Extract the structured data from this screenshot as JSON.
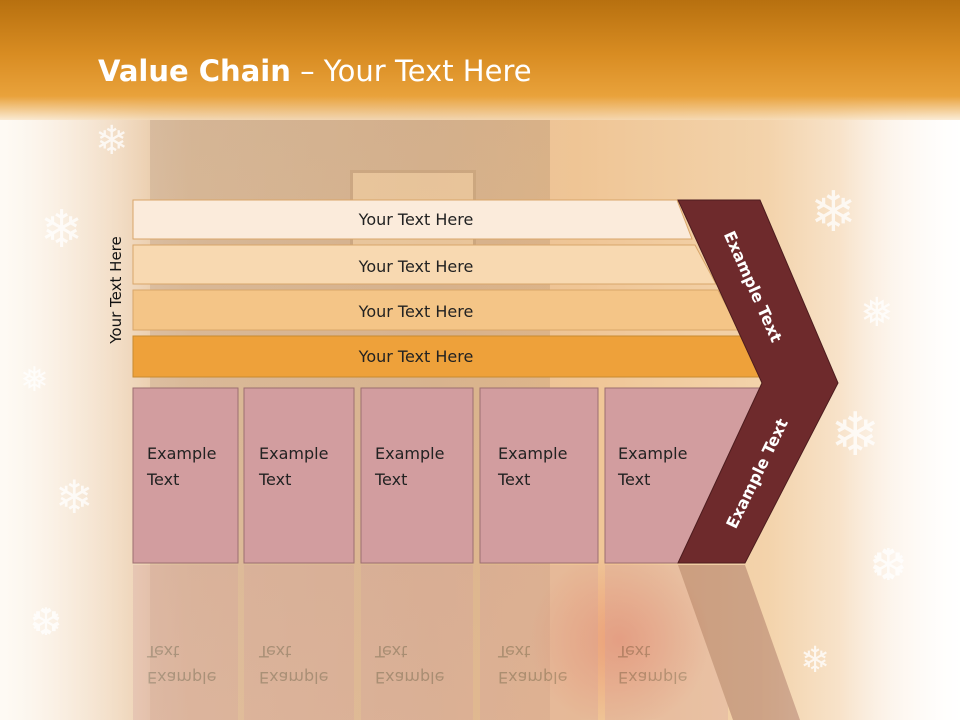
{
  "slide": {
    "title_bold": "Value Chain",
    "title_rest": " – Your Text Here",
    "side_label": "Your Text Here"
  },
  "bands": [
    {
      "label": "Your Text Here",
      "color": "#fbebdb"
    },
    {
      "label": "Your Text Here",
      "color": "#f8d9b1"
    },
    {
      "label": "Your Text Here",
      "color": "#f4c587"
    },
    {
      "label": "Your Text Here",
      "color": "#eea13a"
    }
  ],
  "columns": [
    {
      "line1": "Example",
      "line2": "Text"
    },
    {
      "line1": "Example",
      "line2": "Text"
    },
    {
      "line1": "Example",
      "line2": "Text"
    },
    {
      "line1": "Example",
      "line2": "Text"
    },
    {
      "line1": "Example",
      "line2": "Text"
    }
  ],
  "chevron": {
    "upper_label": "Example Text",
    "lower_label": "Example Text",
    "color": "#6e2a2c"
  },
  "colors": {
    "column_fill": "#d29d9f",
    "title_bar": "#d88c22"
  },
  "icons": [
    "snowflake-icon"
  ]
}
